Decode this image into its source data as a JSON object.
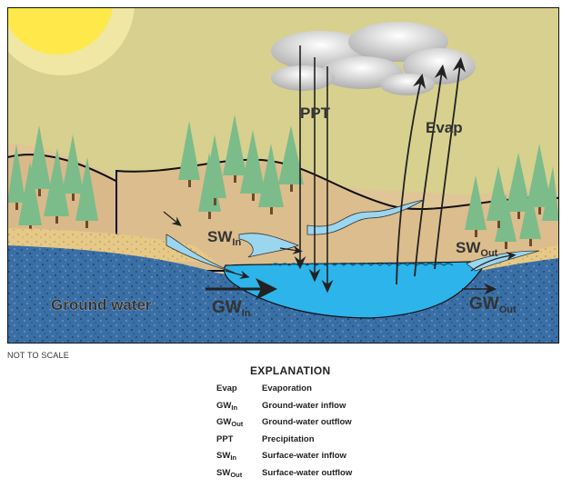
{
  "diagram": {
    "labels": {
      "ppt": "PPT",
      "evap": "Evap",
      "sw_in_main": "SW",
      "sw_in_sub": "In",
      "sw_out_main": "SW",
      "sw_out_sub": "Out",
      "gw_in_main": "GW",
      "gw_in_sub": "In",
      "gw_out_main": "GW",
      "gw_out_sub": "Out",
      "ground_water": "Ground water"
    },
    "colors": {
      "sky": "#d8d08f",
      "sun": "#ffe84a",
      "hill": "#d9b98a",
      "hill_shade": "#c4a06c",
      "aquifer": "#3a6fa6",
      "lake": "#2db4ea",
      "stream": "#9bd6ef",
      "tree": "#7cbc8a",
      "tree_dark": "#5f9f70",
      "cloud": "#f0f0f0",
      "soil": "#e6c987"
    }
  },
  "scale_note": "NOT TO SCALE",
  "legend": {
    "title": "EXPLANATION",
    "rows": [
      {
        "abbr": "Evap",
        "sub": "",
        "desc": "Evaporation"
      },
      {
        "abbr": "GW",
        "sub": "In",
        "desc": "Ground-water inflow"
      },
      {
        "abbr": "GW",
        "sub": "Out",
        "desc": "Ground-water outflow"
      },
      {
        "abbr": "PPT",
        "sub": "",
        "desc": "Precipitation"
      },
      {
        "abbr": "SW",
        "sub": "In",
        "desc": "Surface-water inflow"
      },
      {
        "abbr": "SW",
        "sub": "Out",
        "desc": "Surface-water outflow"
      }
    ]
  }
}
